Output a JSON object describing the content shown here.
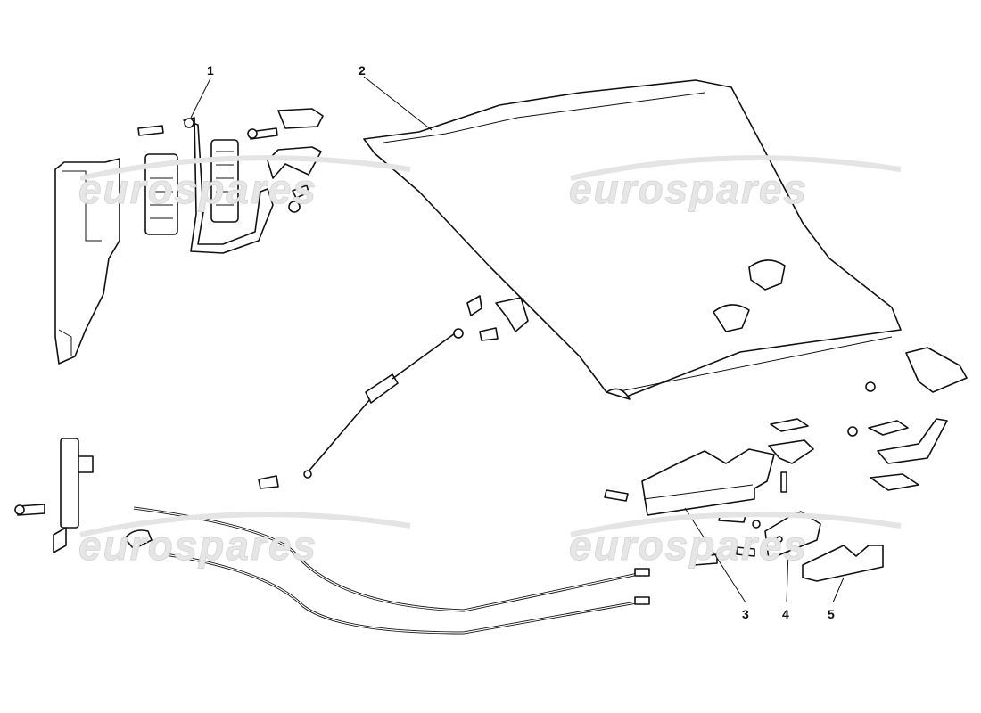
{
  "diagram": {
    "watermark": "eurospares",
    "callouts": [
      {
        "number": "1"
      },
      {
        "number": "2"
      },
      {
        "number": "3"
      },
      {
        "number": "4"
      },
      {
        "number": "5"
      }
    ]
  }
}
